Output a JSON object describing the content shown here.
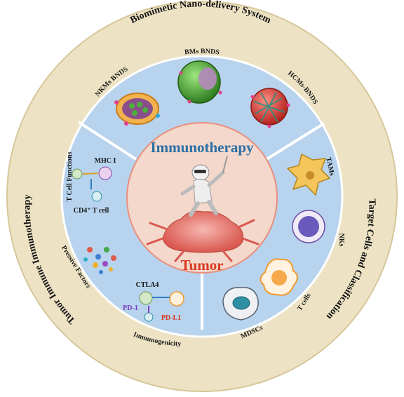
{
  "center": {
    "title": "Immunotherapy",
    "subtitle": "Tumor"
  },
  "outer_ring": {
    "top": "Biomimetic Nano-delivery System",
    "right": "Target Cells and Classification",
    "left": "Tumor Immune Immunotherapy"
  },
  "sections": {
    "delivery": [
      "NKMs BNDS",
      "BMs BNDS",
      "HCMs-BNDS"
    ],
    "cells": [
      "TAMs",
      "NKs",
      "T cells",
      "MDSCs"
    ],
    "immunity": {
      "t_cell_functions": "T Cell Functions",
      "mhc": "MHC I",
      "cd4": "CD4⁺ T cell",
      "factors": "Pressive Factors",
      "ctla4": "CTLA4",
      "pd1": "PD-1",
      "pdl1": "PD-L1",
      "immunogenicity": "Immunogenicity"
    }
  },
  "colors": {
    "outer_ring": "#ede3c4",
    "inner_disk": "#b7d3ee",
    "center_disk": "#f4d8cc",
    "immuno_text": "#2a6fa5",
    "tumor_text": "#d9391f",
    "pd1_text": "#7b3fc4",
    "pdl1_text": "#d9391f"
  }
}
